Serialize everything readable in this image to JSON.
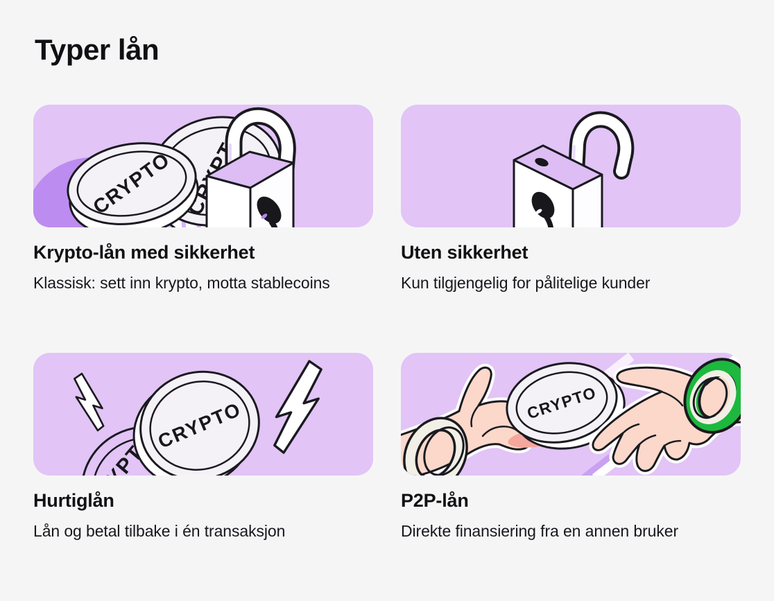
{
  "page": {
    "title": "Typer lån"
  },
  "coin_label": "CRYPTO",
  "colors": {
    "page_bg": "#f5f5f6",
    "card_bg": "#e2c4f6",
    "blob": "#bd8cf0",
    "top_face": "#ddbdf4",
    "coin_face": "#f4f2f6",
    "outline": "#1a1a20",
    "skin": "#fcd8ca",
    "coin_shadow": "#f4a79c",
    "bangle_green": "#1db83e",
    "text": "#121216"
  },
  "cards": [
    {
      "illustration": "crypto-coins-locked-padlock",
      "heading": "Krypto-lån med sikkerhet",
      "description": "Klassisk: sett inn krypto, motta stablecoins"
    },
    {
      "illustration": "open-padlock",
      "heading": "Uten sikkerhet",
      "description": "Kun tilgjengelig for pålitelige kunder"
    },
    {
      "illustration": "crypto-coin-lightning-bolts",
      "heading": "Hurtiglån",
      "description": "Lån og betal tilbake i én transaksjon"
    },
    {
      "illustration": "hands-exchanging-crypto-coin",
      "heading": "P2P-lån",
      "description": "Direkte finansiering fra en annen bruker"
    }
  ]
}
